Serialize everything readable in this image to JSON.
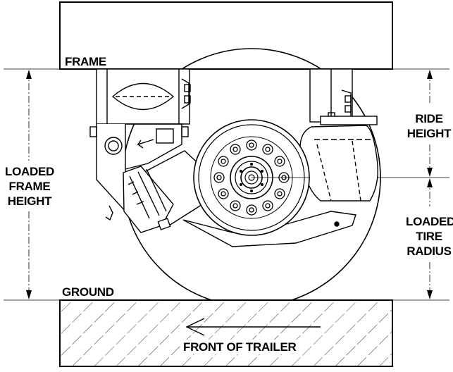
{
  "labels": {
    "frame": "FRAME",
    "ground": "GROUND",
    "ride_height": [
      "RIDE",
      "HEIGHT"
    ],
    "loaded_frame_height": [
      "LOADED",
      "FRAME",
      "HEIGHT"
    ],
    "loaded_tire_radius": [
      "LOADED",
      "TIRE",
      "RADIUS"
    ],
    "front_of_trailer": "FRONT OF TRAILER"
  },
  "colors": {
    "line": "#000000",
    "background": "#ffffff"
  }
}
